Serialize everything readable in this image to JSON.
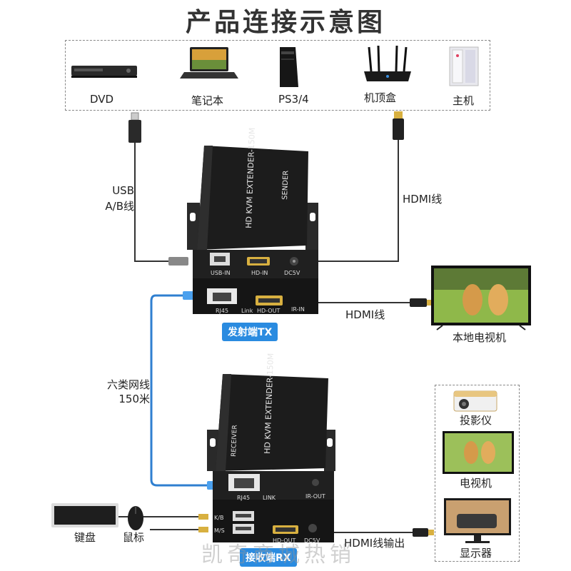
{
  "title": "产品连接示意图",
  "sources": [
    {
      "name": "DVD",
      "icon": "dvd-player-icon"
    },
    {
      "name": "笔记本",
      "icon": "laptop-icon"
    },
    {
      "name": "PS3/4",
      "icon": "game-console-icon"
    },
    {
      "name": "机顶盒",
      "icon": "router-icon"
    },
    {
      "name": "主机",
      "icon": "pc-tower-icon"
    }
  ],
  "cables": {
    "usb": [
      "USB",
      "A/B线"
    ],
    "hdmi_in": "HDMI线",
    "hdmi_out_local": "HDMI线",
    "network": [
      "六类网线",
      "150米"
    ],
    "hdmi_output": "HDMI线输出"
  },
  "sender": {
    "top_text": [
      "HD KVM EXTENDER-150M",
      "SENDER"
    ],
    "ports_top": [
      "USB-IN",
      "HD-IN",
      "DC5V"
    ],
    "ports_bottom": [
      "RJ45",
      "Link",
      "HD-OUT",
      "IR-IN"
    ],
    "tag": "发射端TX"
  },
  "receiver": {
    "top_text": [
      "HD KVM EXTENDER-150M",
      "RECEIVER"
    ],
    "ports_top": [
      "RJ45",
      "LINK",
      "IR-OUT"
    ],
    "ports_bottom": [
      "K/B",
      "M/S",
      "HD-OUT",
      "DC5V"
    ],
    "tag": "接收端RX"
  },
  "local_tv": "本地电视机",
  "inputs": {
    "keyboard": "键盘",
    "mouse": "鼠标"
  },
  "displays": [
    "投影仪",
    "电视机",
    "显示器"
  ],
  "watermark": "凯奇商城热销",
  "colors": {
    "network_cable": "#2f7fd0",
    "tag": "#2a8be0",
    "device": "#1c1c1c"
  }
}
